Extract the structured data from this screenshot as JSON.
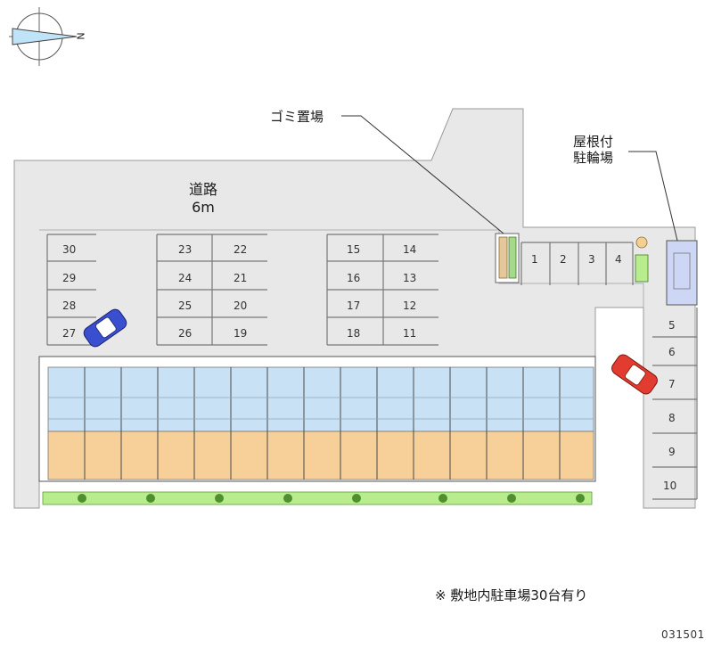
{
  "compass": {
    "north_label": "N"
  },
  "road": {
    "name": "道路",
    "width": "6m"
  },
  "labels": {
    "garbage": "ゴミ置場",
    "bike_parking_line1": "屋根付",
    "bike_parking_line2": "駐輪場"
  },
  "parking_numbers": [
    "1",
    "2",
    "3",
    "4",
    "5",
    "6",
    "7",
    "8",
    "9",
    "10",
    "11",
    "12",
    "13",
    "14",
    "15",
    "16",
    "17",
    "18",
    "19",
    "20",
    "21",
    "22",
    "23",
    "24",
    "25",
    "26",
    "27",
    "28",
    "29",
    "30"
  ],
  "cars": [
    {
      "name": "blue-car",
      "color": "#3a4fd0"
    },
    {
      "name": "red-car",
      "color": "#e23b2f"
    }
  ],
  "colors": {
    "road": "#e8e8e8",
    "road_edge": "#9a9a9a",
    "building_blue": "#c9e1f4",
    "building_orange": "#f7cf98",
    "hedge": "#b9ec8c",
    "tree": "#4f8f31",
    "bike_shelter": "#cdd6f4"
  },
  "footer": {
    "note": "※ 敷地内駐車場30台有り",
    "code": "031501"
  }
}
